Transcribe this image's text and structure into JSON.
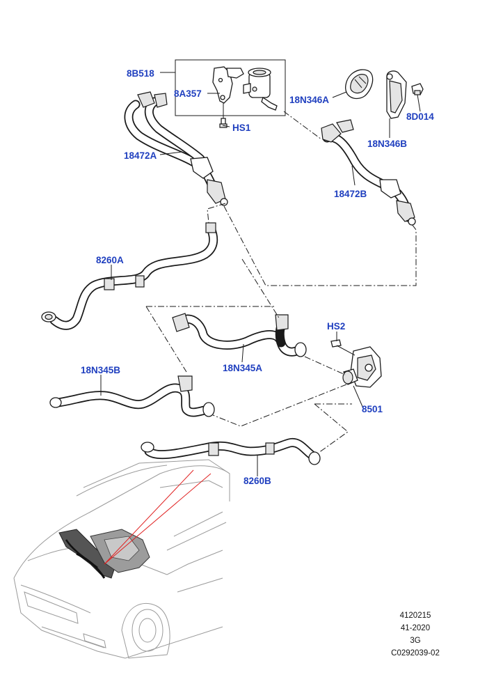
{
  "callouts": {
    "c8B518": "8B518",
    "c8A357": "8A357",
    "cHS1": "HS1",
    "c18N346A": "18N346A",
    "c18N346B": "18N346B",
    "c8D014": "8D014",
    "c18472A": "18472A",
    "c18472B": "18472B",
    "c8260A": "8260A",
    "cHS2": "HS2",
    "c18N345A": "18N345A",
    "c18N345B": "18N345B",
    "c8501": "8501",
    "c8260B": "8260B"
  },
  "reference": {
    "line1": "4120215",
    "line2": "41-2020",
    "line3": "3G",
    "line4": "C0292039-02"
  },
  "colors": {
    "label": "#1f3fbf",
    "ink": "#1a1a1a",
    "vehicle": "#9a9a9a",
    "pointer": "#e02020"
  }
}
